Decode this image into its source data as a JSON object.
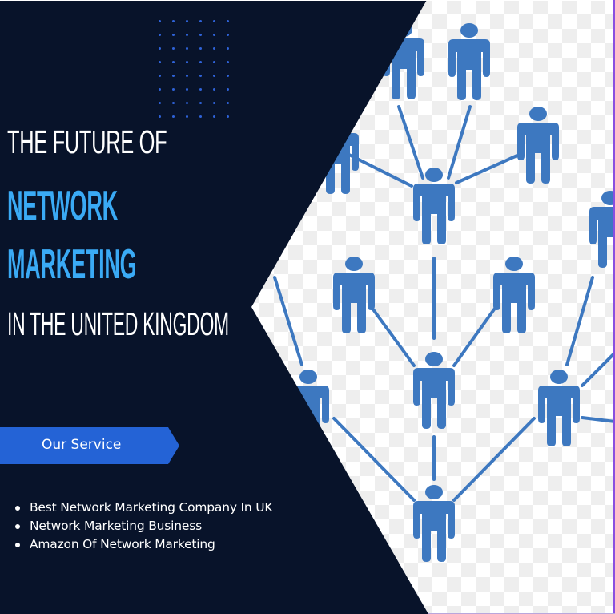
{
  "headline": {
    "line1": "THE FUTURE OF",
    "line2": "NETWORK",
    "line3": "MARKETING",
    "line4": "IN THE UNITED KINGDOM"
  },
  "service_banner": {
    "label": "Our Service"
  },
  "services": [
    "Best Network Marketing Company In UK",
    "Network Marketing Business",
    "Amazon Of Network Marketing"
  ],
  "illustration": {
    "description": "network-marketing-people-tree",
    "figure_count": 12
  },
  "colors": {
    "background_dark": "#08132a",
    "headline_white": "#ffffff",
    "headline_accent": "#3aaaf5",
    "banner_blue": "#2463d6",
    "figure_blue": "#3d78c0",
    "dots": "#2f62d8",
    "border_purple": "#8a4fe0"
  }
}
